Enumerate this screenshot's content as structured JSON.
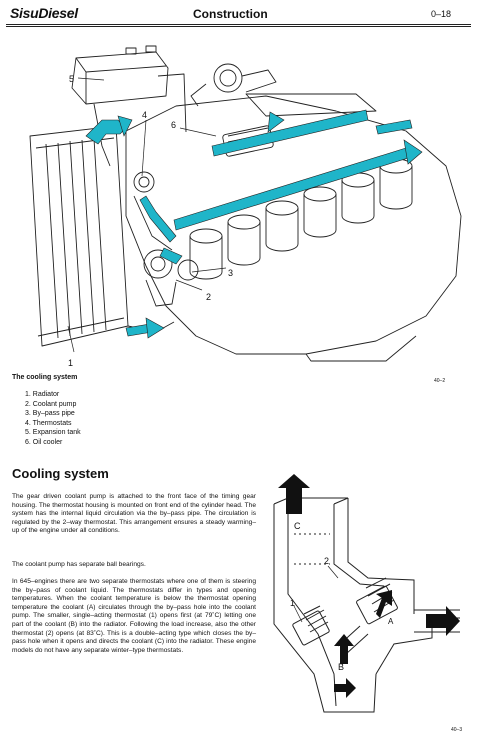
{
  "header": {
    "brand": "SisuDiesel",
    "title": "Construction",
    "page_number": "0–18"
  },
  "figure_top": {
    "callouts": [
      "1",
      "2",
      "3",
      "4",
      "5",
      "6"
    ],
    "caption": "The cooling system",
    "figure_number": "40–2",
    "legend": [
      "1. Radiator",
      "2. Coolant pump",
      "3. By–pass pipe",
      "4. Thermostats",
      "5. Expansion tank",
      "6. Oil cooler"
    ]
  },
  "section": {
    "title": "Cooling system",
    "paragraphs": [
      "The gear driven coolant pump is attached to the front face of the timing gear housing. The thermostat housing is mounted on front end of the cylinder head. The system has the internal liquid circulation via the by–pass pipe. The circulation is regulated by the 2–way thermostat. This arrangement ensures a steady warming–up of the engine under all conditions.",
      "The coolant pump has separate ball bearings.",
      "In 645–engines there are two separate thermostats where one of them is steering the by–pass of coolant liquid. The thermostats differ in types and opening temperatures. When the coolant temperature is below the thermostat opening temperature the coolant (A) circulates through the by–pass hole into the coolant pump. The smaller, single–acting thermostat (1) opens first (at 79˚C) letting one part of the coolant (B) into the radiator. Following the load increase, also the other thermostat (2) opens (at 83˚C). This is a double–acting type which closes the by–pass hole when it opens and directs the coolant (C) into the radiator. These engine models do not have any separate winter–type thermostats."
    ]
  },
  "figure_bottom": {
    "labels": [
      "C",
      "2",
      "1",
      "A",
      "A",
      "B"
    ],
    "figure_number": "40–3"
  },
  "colors": {
    "coolant_flow": "#1fb5c9",
    "ink": "#111111"
  }
}
